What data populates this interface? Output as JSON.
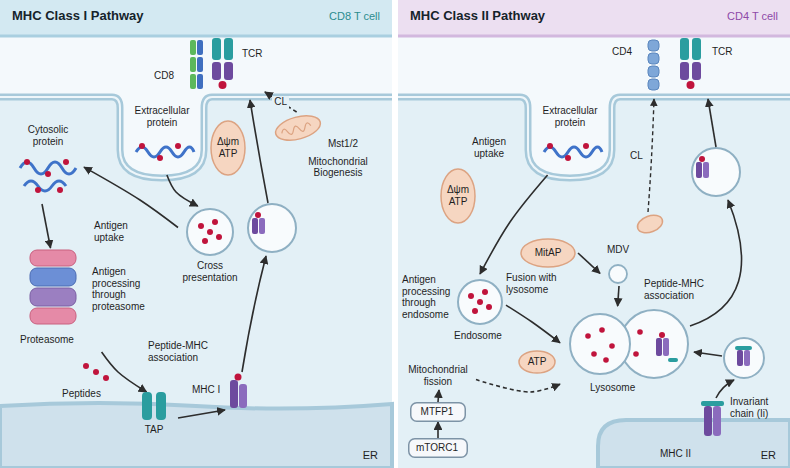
{
  "diagram": {
    "nodes": [
      {
        "text": [
          "MHC Class I Pathway",
          "CD8 T cell"
        ]
      },
      {
        "text": [
          "CD8"
        ],
        "in": 0
      },
      {
        "text": [
          "TCR"
        ],
        "in": 0
      },
      {
        "text": [
          "Extracellular protein"
        ],
        "in": 0
      },
      {
        "text": [
          "Δψm ATP"
        ],
        "in": 0
      },
      {
        "text": [
          "Mst1/2",
          "Mitochondrial Biogenesis"
        ],
        "in": 0
      },
      {
        "text": [
          "Cytosolic protein"
        ],
        "in": 0
      },
      {
        "text": [
          "Cross presentation"
        ],
        "in": 0
      },
      {
        "text": [
          "Antigen processing through proteasome",
          "Proteasome"
        ],
        "in": 0
      },
      {
        "text": [
          "ER"
        ],
        "in": 0
      },
      {
        "text": [
          "TAP"
        ],
        "in": 0
      },
      {
        "text": [
          "MHC Class II Pathway",
          "CD4 T cell"
        ]
      },
      {
        "text": [
          "CD4"
        ],
        "in": 11
      },
      {
        "text": [
          "TCR"
        ],
        "in": 11
      },
      {
        "text": [
          "Extracellular protein"
        ],
        "in": 11
      },
      {
        "text": [
          "Δψm ATP"
        ],
        "in": 11
      },
      {
        "text": [
          "MitAP"
        ],
        "in": 11
      },
      {
        "text": [
          "MDV"
        ],
        "in": 11
      },
      {
        "text": [
          "Antigen processing through endosome",
          "Endosome"
        ],
        "in": 11
      },
      {
        "text": [
          "ATP"
        ],
        "in": 11
      },
      {
        "text": [
          "Lysosome"
        ],
        "in": 11
      },
      {
        "text": [
          "Mitochondrial fission"
        ],
        "in": 11
      },
      {
        "text": [
          "MTFP1"
        ],
        "in": 11
      },
      {
        "text": [
          "mTORC1"
        ],
        "in": 11
      },
      {
        "text": [
          "ER"
        ],
        "in": 11
      }
    ],
    "edges": [
      {
        "from": 3,
        "to": 7,
        "arrow": "to"
      },
      {
        "from": 7,
        "to": 6,
        "arrow": "to"
      },
      {
        "from": 6,
        "to": 8,
        "arrow": "to"
      },
      {
        "from": 8,
        "to": 10,
        "arrow": "to"
      },
      {
        "from": 5,
        "to": 2,
        "label": "CL",
        "arrow": "to"
      },
      {
        "from": 14,
        "to": 18,
        "arrow": "to"
      },
      {
        "from": 16,
        "to": 17,
        "arrow": "to"
      },
      {
        "from": 17,
        "to": 20,
        "arrow": "to"
      },
      {
        "from": 18,
        "to": 20,
        "arrow": "to"
      },
      {
        "from": 23,
        "to": 22,
        "arrow": "to"
      },
      {
        "from": 22,
        "to": 21,
        "arrow": "to"
      },
      {
        "from": 21,
        "to": 20,
        "arrow": "to"
      }
    ],
    "labels": [
      "Antigen uptake",
      "Peptides",
      "Peptide-MHC association",
      "MHC I",
      "Antigen uptake",
      "CL",
      "Fusion with lysosome",
      "Peptide-MHC association",
      "Invariant chain (Ii)",
      "MHC II"
    ]
  }
}
